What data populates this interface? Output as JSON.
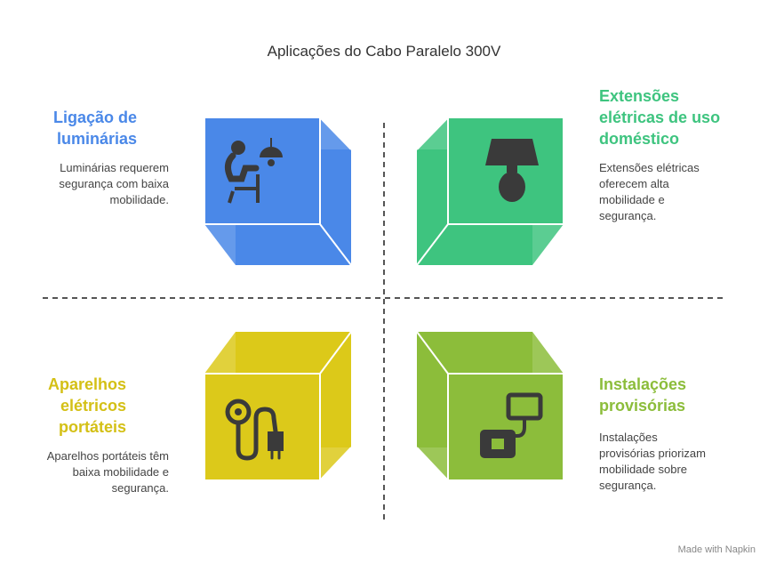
{
  "title": "Aplicações do Cabo Paralelo 300V",
  "colors": {
    "blue": "#4a88e8",
    "green": "#3ec47f",
    "yellow": "#dcc91a",
    "olive": "#8cbd3b",
    "icon": "#3a3a3a"
  },
  "quadrants": {
    "top_left": {
      "title": "Ligação de luminárias",
      "description": "Luminárias requerem segurança com baixa mobilidade.",
      "icon": "person-lamp-icon"
    },
    "top_right": {
      "title": "Extensões elétricas de uso doméstico",
      "description": "Extensões elétricas oferecem alta mobilidade e segurança.",
      "icon": "lamp-icon"
    },
    "bottom_left": {
      "title": "Aparelhos elétricos portáteis",
      "description": "Aparelhos portáteis têm baixa mobilidade e segurança.",
      "icon": "plug-cable-icon"
    },
    "bottom_right": {
      "title": "Instalações provisórias",
      "description": "Instalações provisórias priorizam mobilidade sobre segurança.",
      "icon": "device-cable-icon"
    }
  },
  "footer": "Made with Napkin"
}
